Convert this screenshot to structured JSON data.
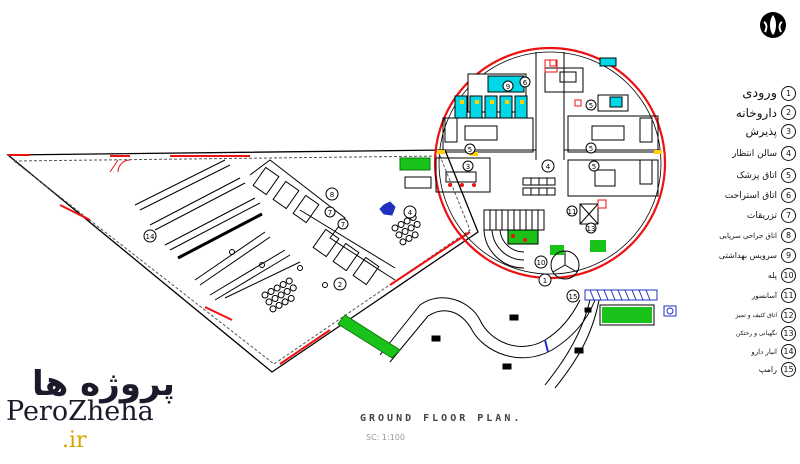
{
  "plan": {
    "title": "GROUND FLOOR PLAN.",
    "scale": "SC: 1:100"
  },
  "watermark": {
    "persian": "پروژه ها",
    "latin": "PeroZheha",
    "tld": ".ir"
  },
  "logo_icon": "emblem-icon",
  "legend": [
    {
      "n": "1",
      "label": "ورودی",
      "size": 13
    },
    {
      "n": "2",
      "label": "داروخانه",
      "size": 12
    },
    {
      "n": "3",
      "label": "پذیرش",
      "size": 11
    },
    {
      "n": "4",
      "label": "سالن انتظار",
      "size": 9
    },
    {
      "n": "5",
      "label": "اتاق پزشک",
      "size": 9
    },
    {
      "n": "6",
      "label": "اتاق استراحت",
      "size": 9
    },
    {
      "n": "7",
      "label": "تزریقات",
      "size": 9
    },
    {
      "n": "8",
      "label": "اتاق جراحی سرپایی",
      "size": 7
    },
    {
      "n": "9",
      "label": "سرویس بهداشتی",
      "size": 8
    },
    {
      "n": "10",
      "label": "پله",
      "size": 8
    },
    {
      "n": "11",
      "label": "آسانسور",
      "size": 7
    },
    {
      "n": "12",
      "label": "اتاق کثیف و تمیز",
      "size": 6
    },
    {
      "n": "13",
      "label": "نگهبانی و رختکن",
      "size": 6
    },
    {
      "n": "14",
      "label": "انبار دارو",
      "size": 7
    },
    {
      "n": "15",
      "label": "رامپ",
      "size": 8
    }
  ],
  "plan_labels": [
    "1",
    "2",
    "3",
    "4",
    "5",
    "5",
    "5",
    "5",
    "6",
    "7",
    "8",
    "9",
    "10",
    "11",
    "13",
    "14",
    "15"
  ],
  "colors": {
    "wall": "#000000",
    "accent_red": "#ee1111",
    "toilet_cyan": "#00d8e8",
    "green": "#19c319",
    "ramp_blue": "#2030c0",
    "door": "#e00000"
  }
}
